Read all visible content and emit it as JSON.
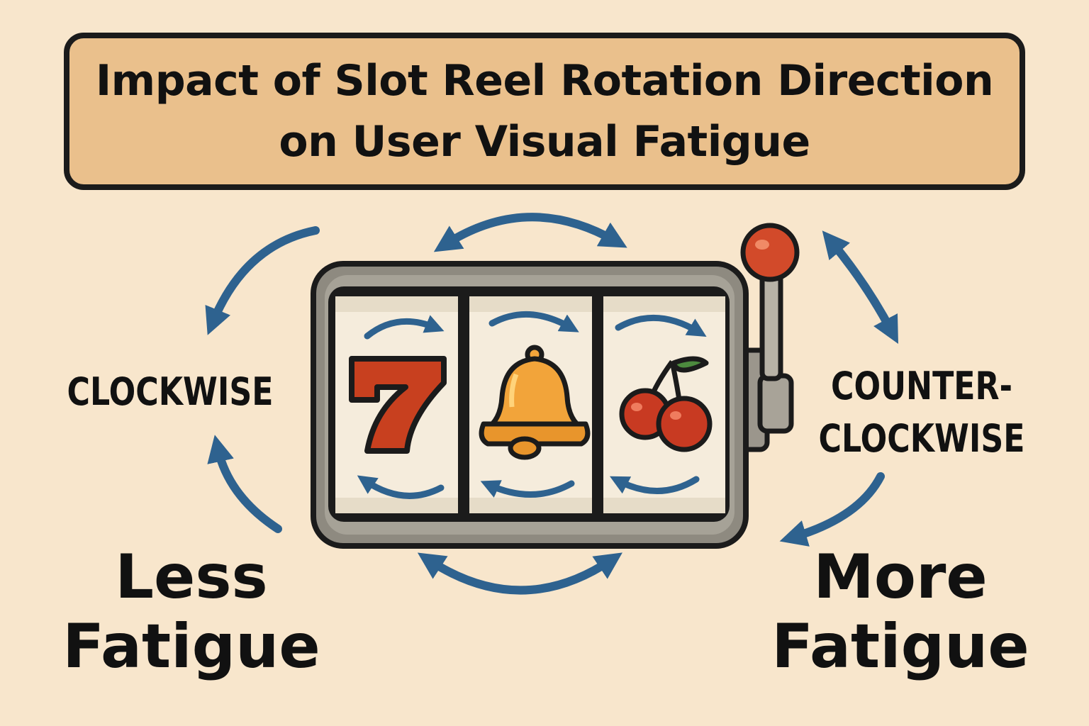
{
  "title": {
    "line1": "Impact of Slot Reel Rotation Direction",
    "line2": "on User Visual Fatigue"
  },
  "left": {
    "direction_label": "CLOCKWISE",
    "outcome_line1": "Less",
    "outcome_line2": "Fatigue"
  },
  "right": {
    "direction_label_line1": "COUNTER-",
    "direction_label_line2": "CLOCKWISE",
    "outcome_line1": "More",
    "outcome_line2": "Fatigue"
  },
  "slot_machine": {
    "reel_symbols": [
      "seven-symbol",
      "bell-symbol",
      "cherry-symbol"
    ],
    "reel_symbol_text": [
      "7"
    ]
  },
  "colors": {
    "background": "#f8e6cc",
    "title_fill": "#eac08c",
    "arrow_blue": "#2e628f",
    "seven_red": "#c8401f",
    "bell_orange": "#f2a43a",
    "cherry_red": "#c83a22",
    "lever_knob": "#d24a2a",
    "frame_gray": "#8e8a80"
  }
}
